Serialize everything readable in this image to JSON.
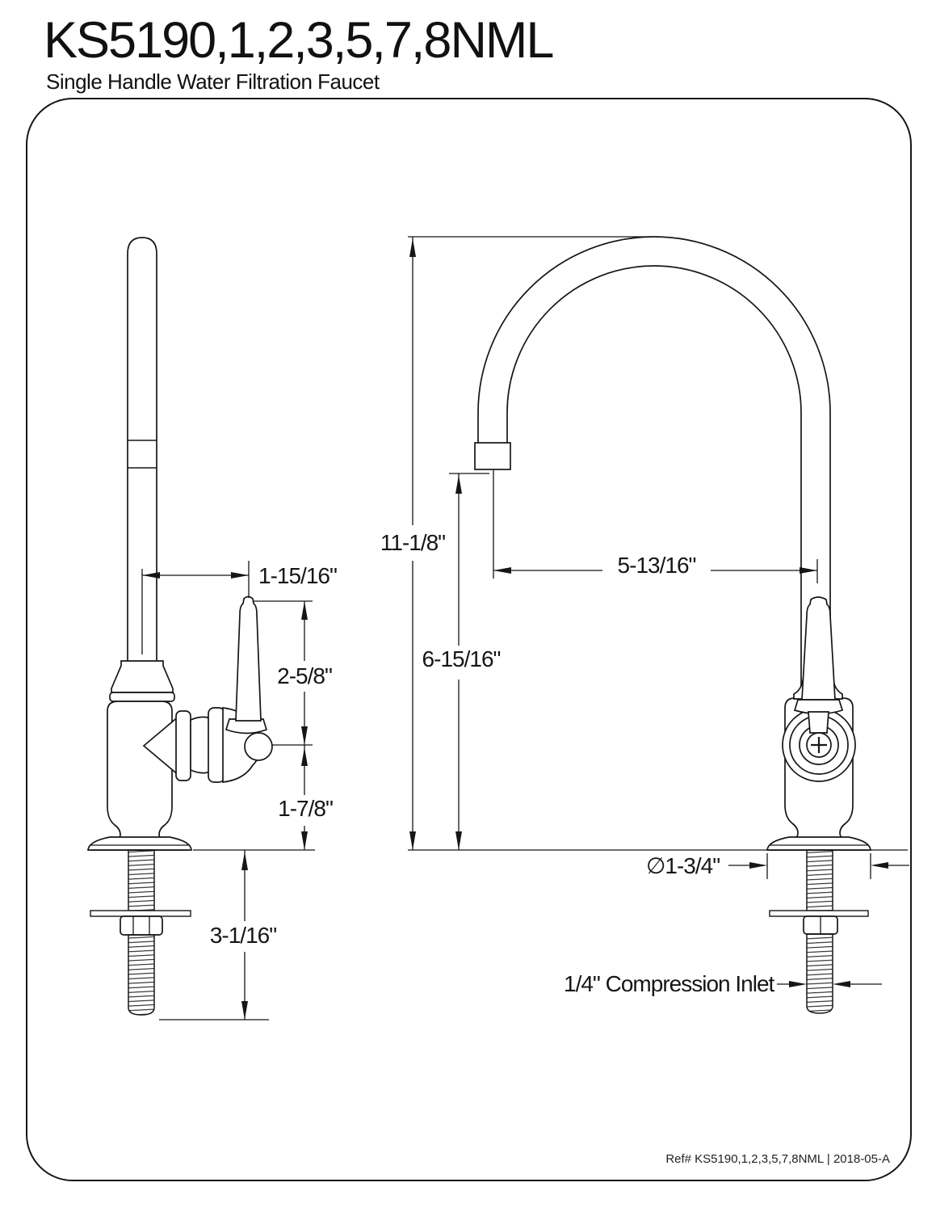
{
  "header": {
    "title": "KS5190,1,2,3,5,7,8NML",
    "subtitle": "Single Handle Water Filtration Faucet"
  },
  "dims": {
    "handle_offset": "1-15/16\"",
    "handle_height": "2-5/8\"",
    "body_height": "1-7/8\"",
    "shank_length": "3-1/16\"",
    "overall_height": "11-1/8\"",
    "spout_reach": "5-13/16\"",
    "spout_clearance": "6-15/16\"",
    "base_diameter": "∅1-3/4\"",
    "inlet": "1/4\" Compression Inlet"
  },
  "footer": {
    "reference": "Ref# KS5190,1,2,3,5,7,8NML | 2018-05-A"
  }
}
